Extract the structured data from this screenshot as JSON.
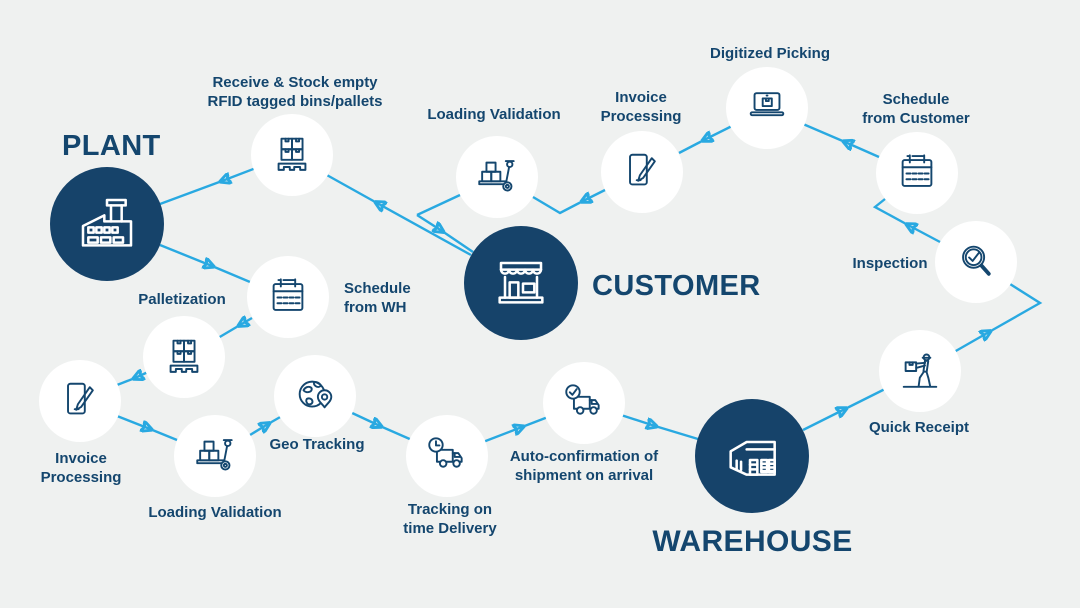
{
  "palette": {
    "bg": "#eff1f0",
    "navy": "#16436a",
    "ink": "#14466e",
    "cyan": "#29a9e1",
    "white": "#ffffff"
  },
  "hubs": {
    "plant": {
      "label": "PLANT",
      "icon": "factory-icon"
    },
    "customer": {
      "label": "CUSTOMER",
      "icon": "storefront-icon"
    },
    "warehouse": {
      "label": "WAREHOUSE",
      "icon": "warehouse-icon"
    }
  },
  "steps": {
    "receive_stock": {
      "lines": [
        "Receive & Stock empty",
        "RFID tagged bins/pallets"
      ],
      "icon": "pallet-boxes-icon"
    },
    "loading_validation_top": {
      "lines": [
        "Loading Validation"
      ],
      "icon": "pallet-truck-icon"
    },
    "invoice_processing_top": {
      "lines": [
        "Invoice",
        "Processing"
      ],
      "icon": "tablet-pen-icon"
    },
    "digitized_picking": {
      "lines": [
        "Digitized Picking"
      ],
      "icon": "laptop-box-icon"
    },
    "schedule_customer": {
      "lines": [
        "Schedule",
        "from Customer"
      ],
      "icon": "calendar-icon"
    },
    "inspection": {
      "lines": [
        "Inspection"
      ],
      "icon": "magnifier-check-icon"
    },
    "quick_receipt": {
      "lines": [
        "Quick Receipt"
      ],
      "icon": "worker-box-icon"
    },
    "auto_confirmation": {
      "lines": [
        "Auto-confirmation of",
        "shipment on arrival"
      ],
      "icon": "truck-check-icon"
    },
    "tracking_delivery": {
      "lines": [
        "Tracking on",
        "time Delivery"
      ],
      "icon": "truck-clock-icon"
    },
    "geo_tracking": {
      "lines": [
        "Geo Tracking"
      ],
      "icon": "globe-pin-icon"
    },
    "loading_validation_bottom": {
      "lines": [
        "Loading Validation"
      ],
      "icon": "pallet-truck-icon"
    },
    "invoice_processing_bottom": {
      "lines": [
        "Invoice",
        "Processing"
      ],
      "icon": "tablet-pen-icon"
    },
    "palletization": {
      "lines": [
        "Palletization"
      ],
      "icon": "pallet-boxes-icon"
    },
    "schedule_wh": {
      "lines": [
        "Schedule",
        "from WH"
      ],
      "icon": "calendar-icon"
    }
  },
  "connections": [
    {
      "from": "plant",
      "to": "schedule_wh"
    },
    {
      "from": "schedule_wh",
      "to": "palletization"
    },
    {
      "from": "palletization",
      "to": "invoice_processing_bottom"
    },
    {
      "from": "invoice_processing_bottom",
      "to": "loading_validation_bottom"
    },
    {
      "from": "loading_validation_bottom",
      "to": "geo_tracking"
    },
    {
      "from": "geo_tracking",
      "to": "tracking_delivery"
    },
    {
      "from": "tracking_delivery",
      "to": "auto_confirmation"
    },
    {
      "from": "auto_confirmation",
      "to": "warehouse"
    },
    {
      "from": "warehouse",
      "to": "quick_receipt"
    },
    {
      "from": "quick_receipt",
      "to": "inspection"
    },
    {
      "from": "inspection",
      "to": "schedule_customer"
    },
    {
      "from": "schedule_customer",
      "to": "digitized_picking"
    },
    {
      "from": "digitized_picking",
      "to": "invoice_processing_top"
    },
    {
      "from": "invoice_processing_top",
      "to": "loading_validation_top"
    },
    {
      "from": "loading_validation_top",
      "to": "customer"
    },
    {
      "from": "customer",
      "to": "receive_stock"
    },
    {
      "from": "receive_stock",
      "to": "plant"
    }
  ]
}
